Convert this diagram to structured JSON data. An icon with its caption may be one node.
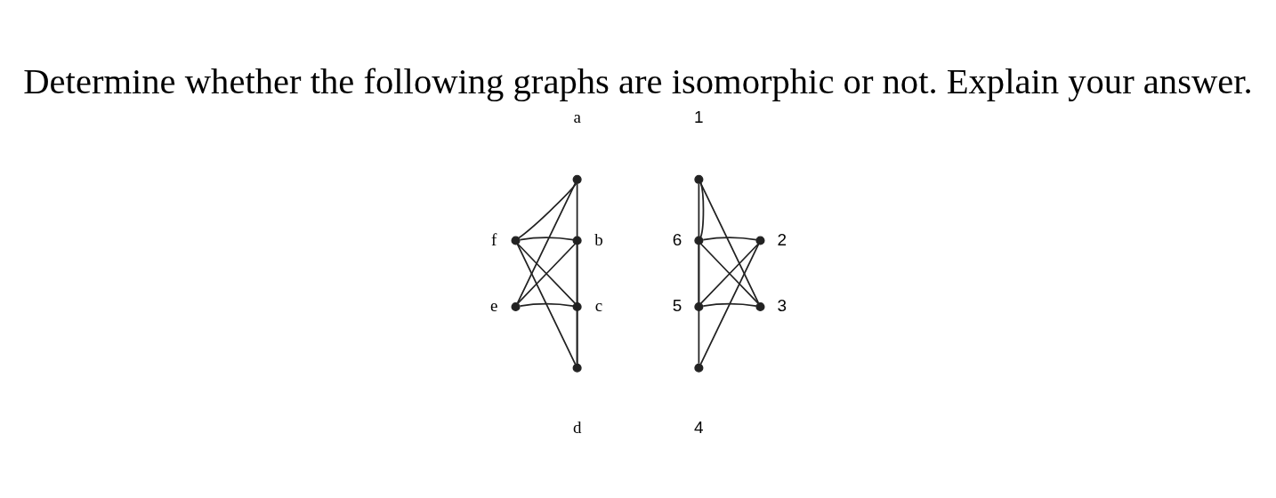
{
  "diagram": {
    "title": "Determine whether the following graphs are isomorphic or not. Explain your answer.",
    "nodes": [
      {
        "text": [],
        "shape": "circle",
        "beside": [
          "a"
        ]
      },
      {
        "text": [],
        "shape": "circle",
        "beside": [
          "b"
        ]
      },
      {
        "text": [],
        "shape": "circle",
        "beside": [
          "c"
        ]
      },
      {
        "text": [],
        "shape": "circle",
        "beside": [
          "d"
        ]
      },
      {
        "text": [],
        "shape": "circle",
        "beside": [
          "e"
        ]
      },
      {
        "text": [],
        "shape": "circle",
        "beside": [
          "f"
        ]
      },
      {
        "text": [],
        "shape": "circle",
        "beside": [
          "1"
        ]
      },
      {
        "text": [],
        "shape": "circle",
        "beside": [
          "2"
        ]
      },
      {
        "text": [],
        "shape": "circle",
        "beside": [
          "3"
        ]
      },
      {
        "text": [],
        "shape": "circle",
        "beside": [
          "4"
        ]
      },
      {
        "text": [],
        "shape": "circle",
        "beside": [
          "5"
        ]
      },
      {
        "text": [],
        "shape": "circle",
        "beside": [
          "6"
        ]
      }
    ],
    "edges": [
      {
        "from": 0,
        "to": 5,
        "arrow": "none"
      },
      {
        "from": 0,
        "to": 4,
        "arrow": "none"
      },
      {
        "from": 0,
        "to": 3,
        "arrow": "none"
      },
      {
        "from": 5,
        "to": 1,
        "arrow": "none"
      },
      {
        "from": 5,
        "to": 2,
        "arrow": "none"
      },
      {
        "from": 5,
        "to": 3,
        "arrow": "none"
      },
      {
        "from": 1,
        "to": 4,
        "arrow": "none"
      },
      {
        "from": 1,
        "to": 3,
        "arrow": "none"
      },
      {
        "from": 4,
        "to": 2,
        "arrow": "none"
      },
      {
        "from": 6,
        "to": 11,
        "arrow": "none"
      },
      {
        "from": 6,
        "to": 10,
        "arrow": "none"
      },
      {
        "from": 6,
        "to": 8,
        "arrow": "none"
      },
      {
        "from": 11,
        "to": 7,
        "arrow": "none"
      },
      {
        "from": 11,
        "to": 8,
        "arrow": "none"
      },
      {
        "from": 11,
        "to": 9,
        "arrow": "none"
      },
      {
        "from": 7,
        "to": 10,
        "arrow": "none"
      },
      {
        "from": 7,
        "to": 9,
        "arrow": "none"
      },
      {
        "from": 10,
        "to": 8,
        "arrow": "none"
      }
    ]
  }
}
